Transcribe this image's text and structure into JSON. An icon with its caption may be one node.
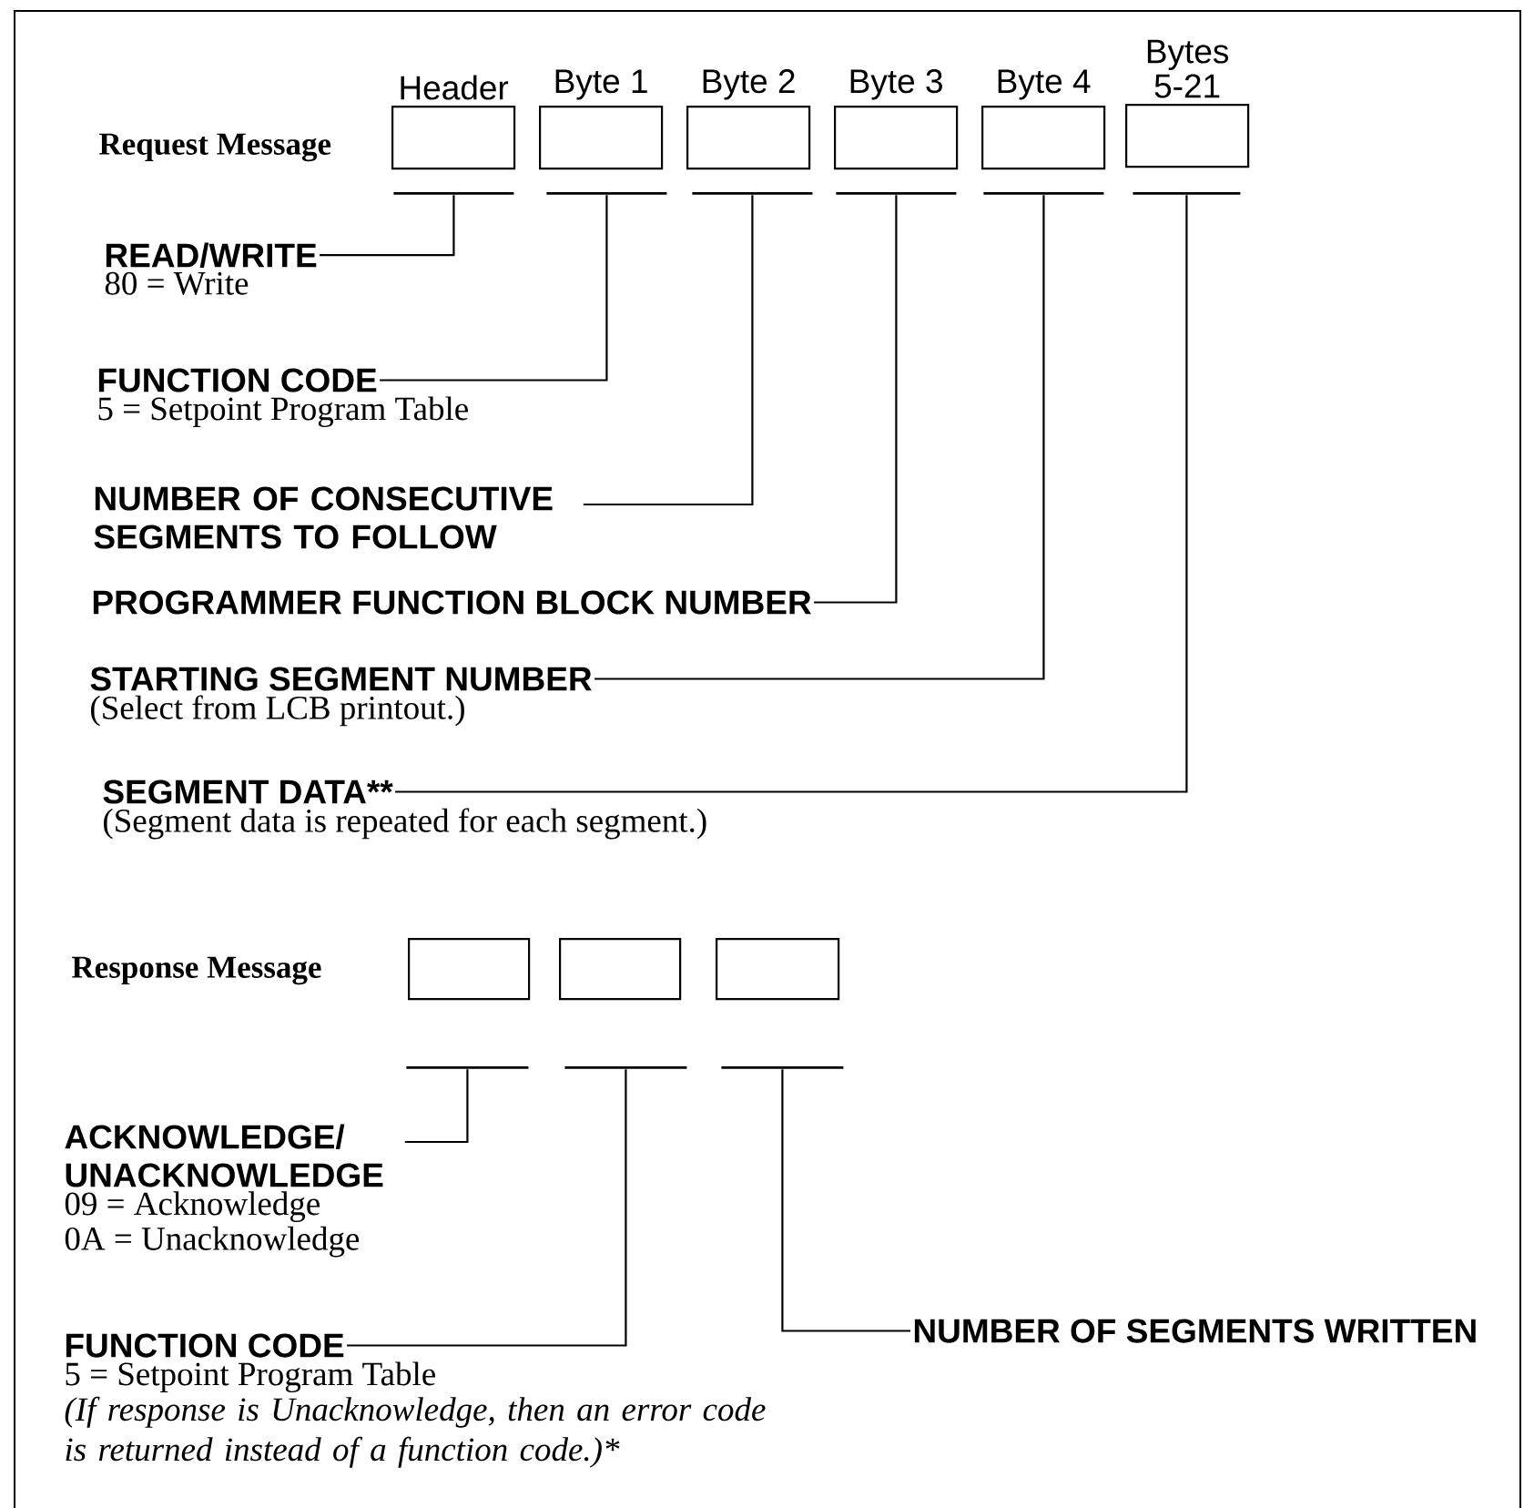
{
  "diagram": {
    "nodes": [
      {
        "text": [
          "Header"
        ]
      },
      {
        "text": [
          "Byte 1"
        ]
      },
      {
        "text": [
          "Byte 2"
        ]
      },
      {
        "text": [
          "Byte 3"
        ]
      },
      {
        "text": [
          "Byte 4"
        ]
      },
      {
        "text": [
          "Bytes 5-21"
        ]
      },
      {
        "text": [],
        "shape": "bar"
      },
      {
        "text": [],
        "shape": "bar"
      },
      {
        "text": [],
        "shape": "bar"
      },
      {
        "text": [],
        "shape": "bar"
      },
      {
        "text": [],
        "shape": "bar"
      },
      {
        "text": [],
        "shape": "bar"
      },
      {
        "text": [
          "READ/WRITE",
          "80 = Write"
        ]
      },
      {
        "text": [
          "FUNCTION CODE",
          "5 = Setpoint Program Table"
        ]
      },
      {
        "text": [
          "NUMBER OF CONSECUTIVE SEGMENTS TO FOLLOW"
        ]
      },
      {
        "text": [
          "PROGRAMMER FUNCTION BLOCK NUMBER"
        ]
      },
      {
        "text": [
          "STARTING SEGMENT NUMBER",
          "(Select from LCB printout.)"
        ]
      },
      {
        "text": [
          "SEGMENT DATA**",
          "(Segment data is repeated for each segment.)"
        ]
      },
      {
        "text": [],
        "shape": "box"
      },
      {
        "text": [],
        "shape": "box"
      },
      {
        "text": [],
        "shape": "box"
      },
      {
        "text": [],
        "shape": "bar"
      },
      {
        "text": [],
        "shape": "bar"
      },
      {
        "text": [],
        "shape": "bar"
      },
      {
        "text": [
          "ACKNOWLEDGE/ UNACKNOWLEDGE",
          "09 = Acknowledge",
          "0A = Unacknowledge"
        ]
      },
      {
        "text": [
          "FUNCTION CODE",
          "5 = Setpoint Program Table",
          "(If response is Unacknowledge, then an error code is returned instead of a function code.)*"
        ]
      },
      {
        "text": [
          "NUMBER OF SEGMENTS WRITTEN"
        ]
      }
    ],
    "edges": [
      {
        "from": 12,
        "to": 6,
        "arrow": "none"
      },
      {
        "from": 13,
        "to": 7,
        "arrow": "none"
      },
      {
        "from": 14,
        "to": 8,
        "arrow": "none"
      },
      {
        "from": 15,
        "to": 9,
        "arrow": "none"
      },
      {
        "from": 16,
        "to": 10,
        "arrow": "none"
      },
      {
        "from": 17,
        "to": 11,
        "arrow": "none"
      },
      {
        "from": 24,
        "to": 21,
        "arrow": "none"
      },
      {
        "from": 25,
        "to": 22,
        "arrow": "none"
      },
      {
        "from": 26,
        "to": 23,
        "arrow": "none"
      }
    ],
    "labels": [
      "Request Message",
      "Response Message"
    ]
  }
}
